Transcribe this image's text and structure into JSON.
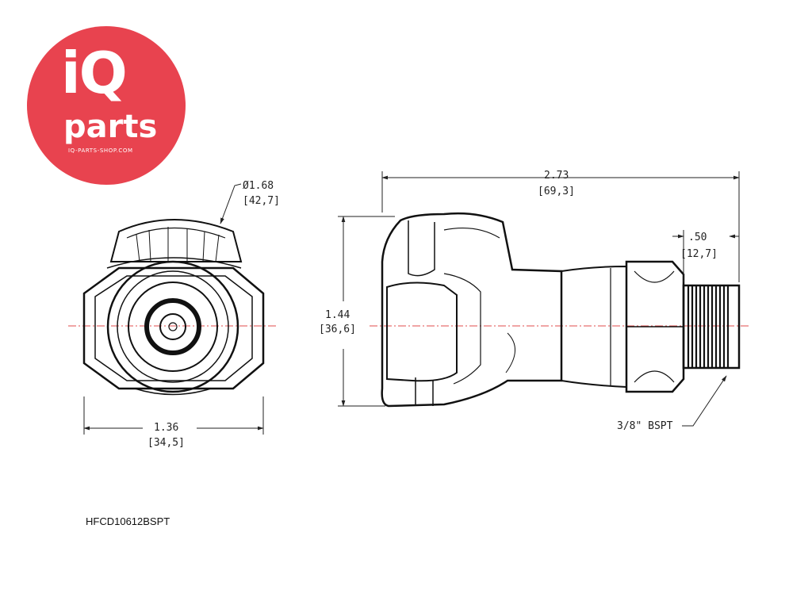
{
  "brand": {
    "name_top": "iQ",
    "name_bottom": "parts",
    "url": "IQ-PARTS-SHOP.COM",
    "color": "#e8434f"
  },
  "dimensions": {
    "diameter": {
      "inch": "Ø1.68",
      "mm": "[42,7]"
    },
    "front_width": {
      "inch": "1.36",
      "mm": "[34,5]"
    },
    "length": {
      "inch": "2.73",
      "mm": "[69,3]"
    },
    "height": {
      "inch": "1.44",
      "mm": "[36,6]"
    },
    "thread_length": {
      "inch": ".50",
      "mm": "[12,7]"
    },
    "thread": "3/8\" BSPT"
  },
  "part_number": "HFCD10612BSPT"
}
